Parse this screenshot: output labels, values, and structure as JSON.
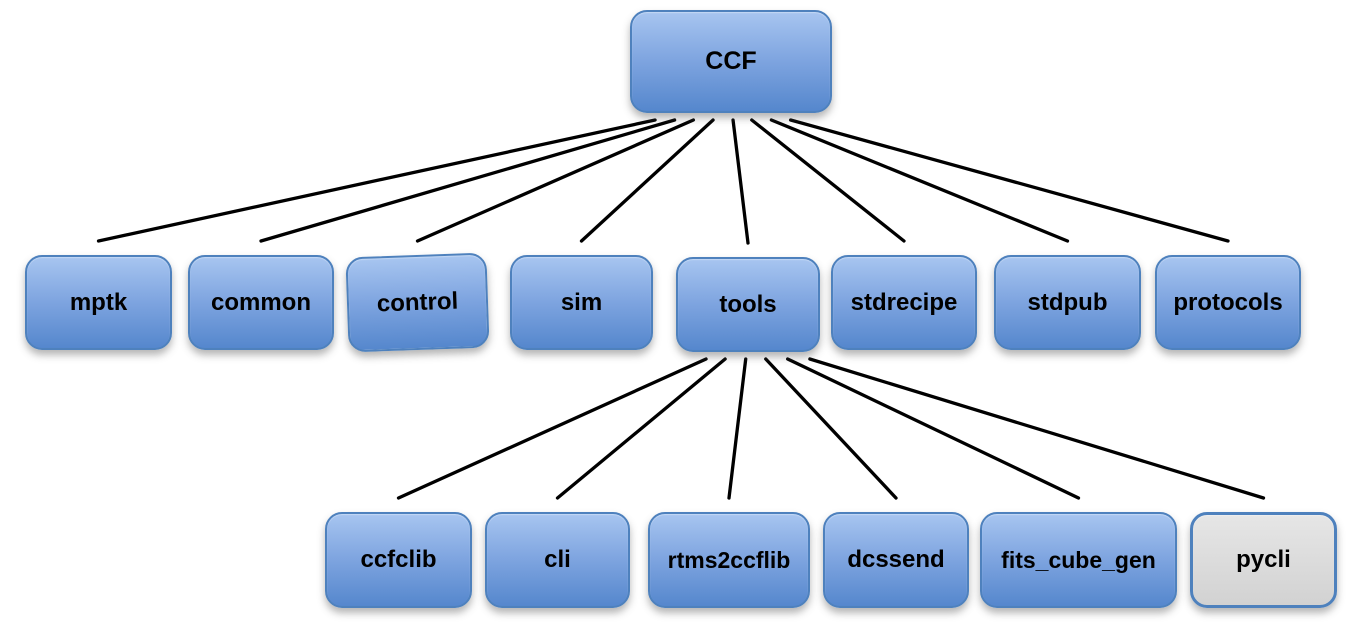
{
  "diagram": {
    "background_color": "#ffffff",
    "line_color": "#000000",
    "node_style": {
      "fill_top": "#a7c5f0",
      "fill_bottom": "#5587cd",
      "border": "#4e81bd",
      "text_color": "#000000",
      "gray_fill_top": "#e6e6e6",
      "gray_fill_bottom": "#d2d2d2"
    },
    "nodes": [
      {
        "id": "ccf",
        "label": "CCF",
        "variant": "blue"
      },
      {
        "id": "mptk",
        "label": "mptk",
        "variant": "blue"
      },
      {
        "id": "common",
        "label": "common",
        "variant": "blue"
      },
      {
        "id": "control",
        "label": "control",
        "variant": "blue"
      },
      {
        "id": "sim",
        "label": "sim",
        "variant": "blue"
      },
      {
        "id": "tools",
        "label": "tools",
        "variant": "blue"
      },
      {
        "id": "stdrecipe",
        "label": "stdrecipe",
        "variant": "blue"
      },
      {
        "id": "stdpub",
        "label": "stdpub",
        "variant": "blue"
      },
      {
        "id": "protocols",
        "label": "protocols",
        "variant": "blue"
      },
      {
        "id": "ccfclib",
        "label": "ccfclib",
        "variant": "blue"
      },
      {
        "id": "cli",
        "label": "cli",
        "variant": "blue"
      },
      {
        "id": "rtms2ccflib",
        "label": "rtms2ccflib",
        "variant": "blue"
      },
      {
        "id": "dcssend",
        "label": "dcssend",
        "variant": "blue"
      },
      {
        "id": "fits_cube_gen",
        "label": "fits_cube_gen",
        "variant": "gray-no"
      },
      {
        "id": "pycli",
        "label": "pycli",
        "variant": "gray"
      }
    ],
    "edges": [
      [
        "ccf",
        "mptk"
      ],
      [
        "ccf",
        "common"
      ],
      [
        "ccf",
        "control"
      ],
      [
        "ccf",
        "sim"
      ],
      [
        "ccf",
        "tools"
      ],
      [
        "ccf",
        "stdrecipe"
      ],
      [
        "ccf",
        "stdpub"
      ],
      [
        "ccf",
        "protocols"
      ],
      [
        "tools",
        "ccfclib"
      ],
      [
        "tools",
        "cli"
      ],
      [
        "tools",
        "rtms2ccflib"
      ],
      [
        "tools",
        "dcssend"
      ],
      [
        "tools",
        "fits_cube_gen"
      ],
      [
        "tools",
        "pycli"
      ]
    ]
  }
}
